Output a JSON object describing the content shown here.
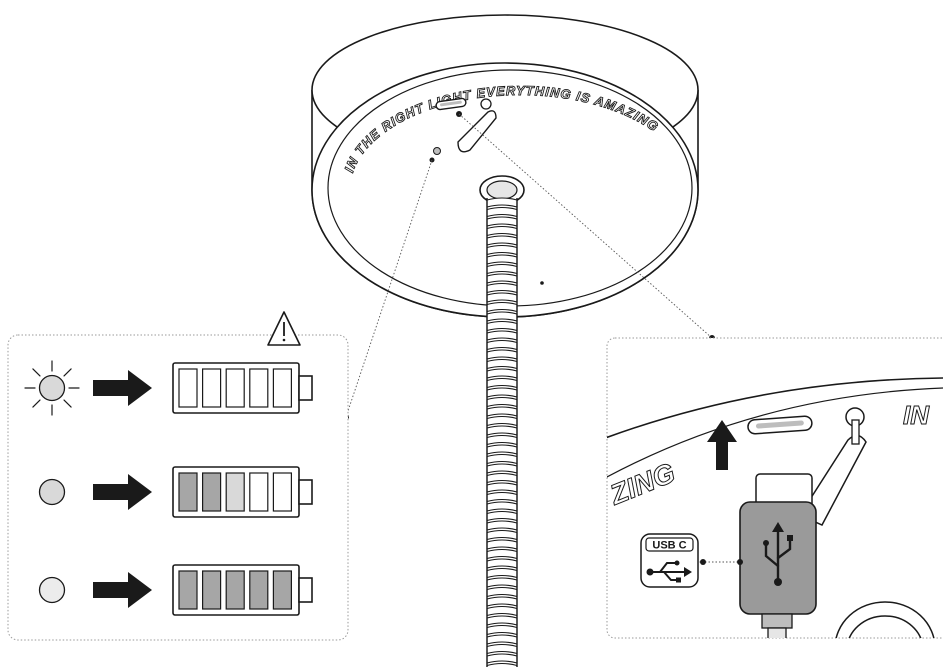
{
  "engraving": {
    "text": "IN THE RIGHT LIGHT EVERYTHING IS AMAZING",
    "inset_fragment_left": "ZING",
    "inset_fragment_right": "IN"
  },
  "battery_panel": {
    "warning_icon": "warning-triangle-icon",
    "rows": [
      {
        "indicator": "blinking",
        "indicator_color": "#d9d9d9",
        "charge_level": 0.0,
        "cells": [
          "empty",
          "empty",
          "empty",
          "empty",
          "empty"
        ]
      },
      {
        "indicator": "solid",
        "indicator_color": "#d9d9d9",
        "charge_level": 0.5,
        "cells": [
          "full",
          "full",
          "partial",
          "empty",
          "empty"
        ]
      },
      {
        "indicator": "solid",
        "indicator_color": "#ececec",
        "charge_level": 1.0,
        "cells": [
          "full",
          "full",
          "full",
          "full",
          "full"
        ]
      }
    ]
  },
  "usb_panel": {
    "badge_label": "USB C",
    "connector_color": "#9a9a9a",
    "arrow_direction": "up"
  },
  "colors": {
    "line": "#1a1a1a",
    "cell_full": "#a6a6a6",
    "cell_partial": "#d9d9d9",
    "panel_border": "#9a9a9a"
  }
}
